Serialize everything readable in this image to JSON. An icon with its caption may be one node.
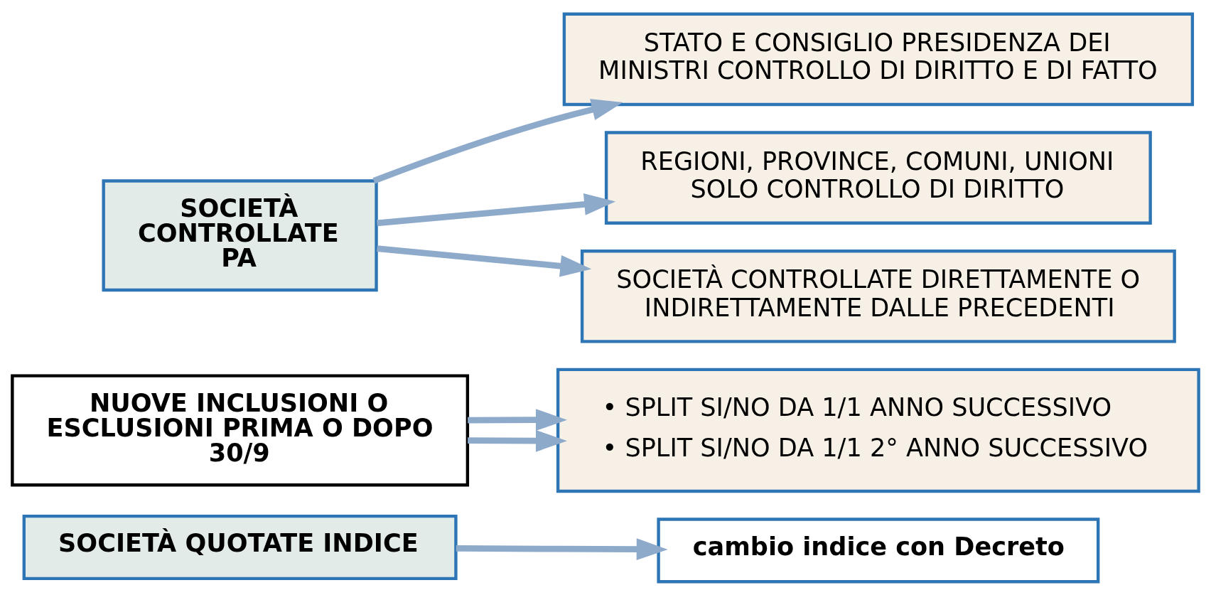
{
  "diagram": {
    "nodes": [
      {
        "text": [
          "SOCIETÀ CONTROLLATE PA"
        ]
      },
      {
        "text": [
          "STATO E CONSIGLIO PRESIDENZA DEI MINISTRI CONTROLLO DI DIRITTO E DI FATTO"
        ]
      },
      {
        "text": [
          "REGIONI, PROVINCE, COMUNI, UNIONI SOLO CONTROLLO DI DIRITTO"
        ]
      },
      {
        "text": [
          "SOCIETÀ CONTROLLATE DIRETTAMENTE O INDIRETTAMENTE DALLE PRECEDENTI"
        ]
      },
      {
        "text": [
          "NUOVE INCLUSIONI O ESCLUSIONI PRIMA O DOPO 30/9"
        ]
      },
      {
        "text": [
          "• SPLIT SI/NO DA 1/1 ANNO SUCCESSIVO",
          "• SPLIT SI/NO DA 1/1 2° ANNO SUCCESSIVO"
        ]
      },
      {
        "text": [
          "SOCIETÀ QUOTATE INDICE"
        ]
      },
      {
        "text": [
          "cambio indice con Decreto"
        ]
      }
    ],
    "edges": [
      {
        "from": 0,
        "to": 1,
        "arrow": "to"
      },
      {
        "from": 0,
        "to": 2,
        "arrow": "to"
      },
      {
        "from": 0,
        "to": 3,
        "arrow": "to"
      },
      {
        "from": 4,
        "to": 5,
        "arrow": "to"
      },
      {
        "from": 4,
        "to": 5,
        "arrow": "to"
      },
      {
        "from": 6,
        "to": 7,
        "arrow": "to"
      }
    ]
  }
}
